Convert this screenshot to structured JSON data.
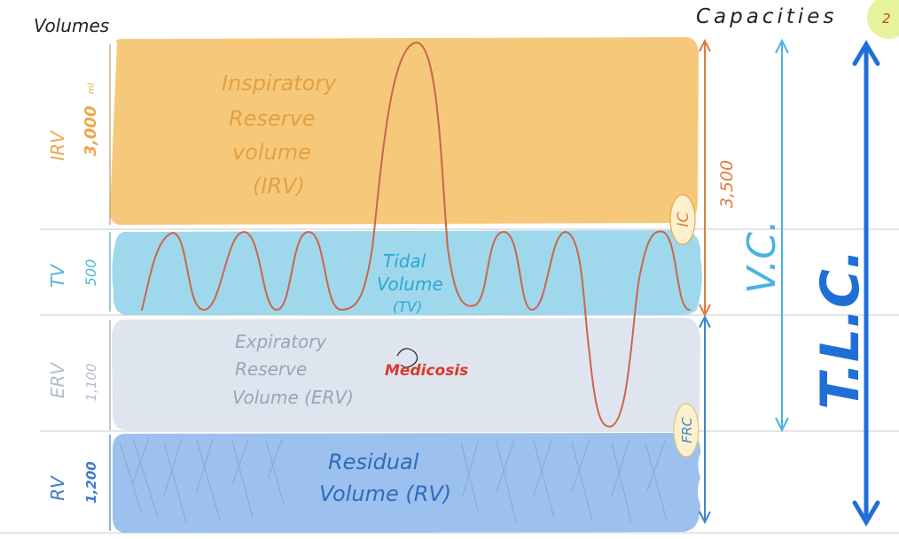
{
  "header": {
    "volumes_title": "Volumes",
    "capacities_title": "Capacities",
    "corner_badge": "2"
  },
  "colors": {
    "irv": "#f6c97a",
    "tv": "#9fd8ec",
    "erv": "#dfe5ef",
    "rv": "#9cc1ee",
    "trace": "#c9664a",
    "ic": "#e07b39",
    "vc": "#49b3e0",
    "tlc": "#1f6fd6",
    "frc": "#3f86c9",
    "badge": "#e7f39b"
  },
  "volumes": {
    "irv": {
      "abbr": "IRV",
      "amount": "3,000",
      "unit": "ml",
      "name_lines": [
        "Inspiratory",
        "Reserve",
        "volume",
        "(IRV)"
      ]
    },
    "tv": {
      "abbr": "TV",
      "amount": "500",
      "name_lines": [
        "Tidal",
        "Volume",
        "(TV)"
      ]
    },
    "erv": {
      "abbr": "ERV",
      "amount": "1,100",
      "name_lines": [
        "Expiratory",
        "Reserve",
        "Volume (ERV)"
      ]
    },
    "rv": {
      "abbr": "RV",
      "amount": "1,200",
      "name_lines": [
        "Residual",
        "Volume (RV)"
      ]
    }
  },
  "capacities": {
    "ic": {
      "abbr": "IC",
      "amount": "3,500"
    },
    "vc": {
      "abbr": "V.C."
    },
    "tlc": {
      "abbr": "T.L.C."
    },
    "frc": {
      "abbr": "FRC"
    }
  },
  "watermark": "Medicosis"
}
